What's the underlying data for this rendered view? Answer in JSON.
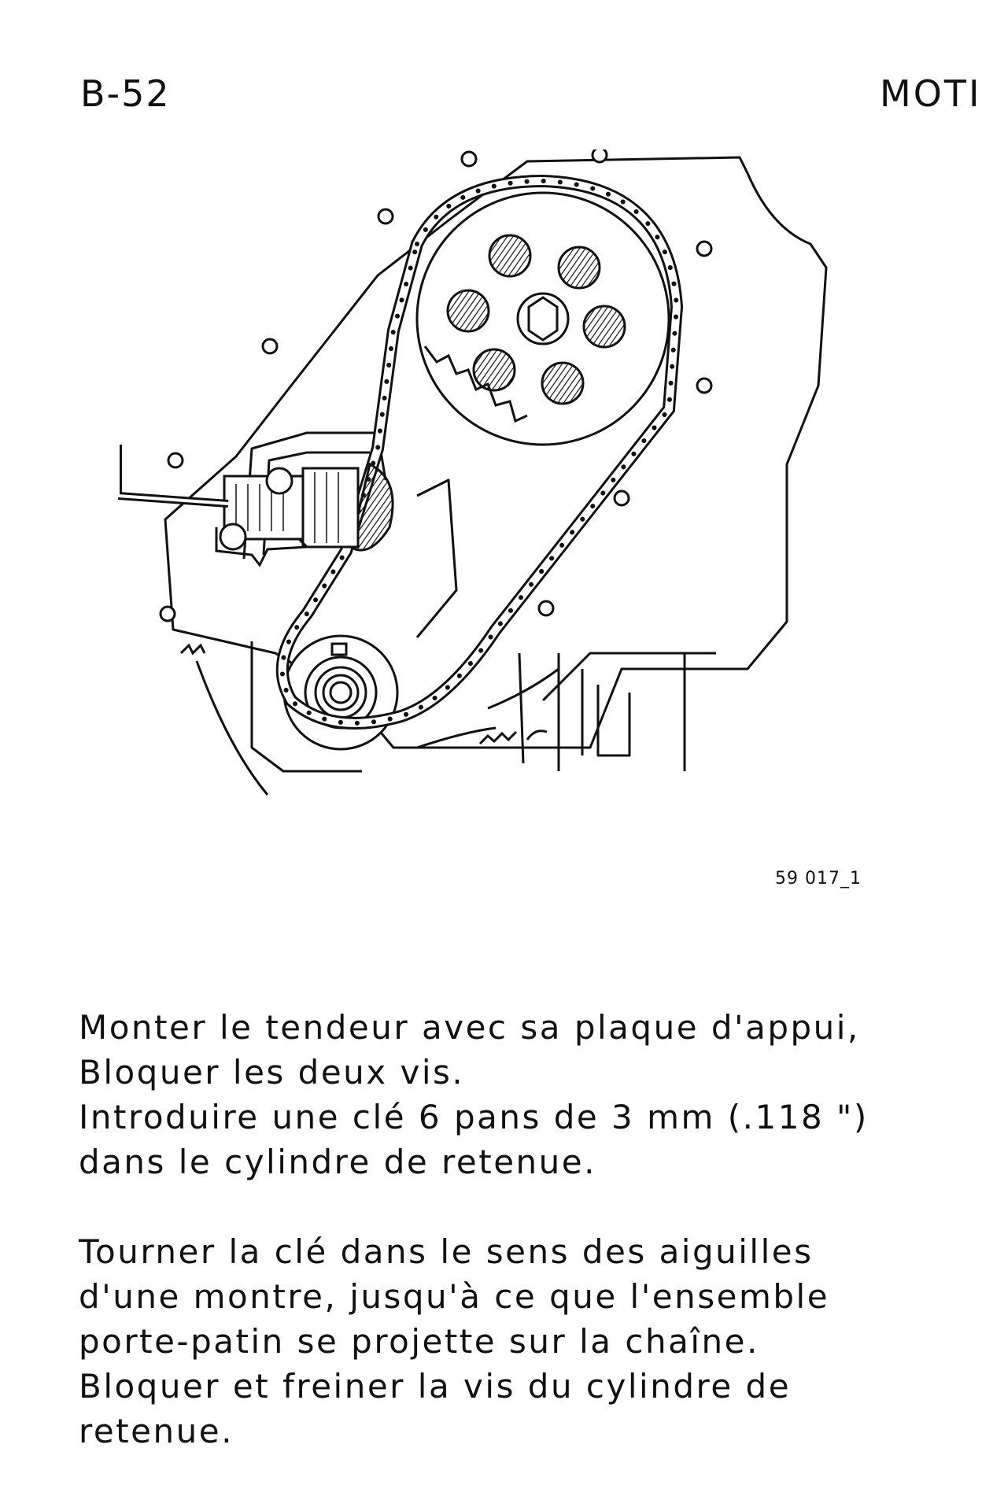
{
  "header": {
    "page_number": "B-52",
    "section": "MOTI"
  },
  "figure": {
    "reference": "59 017_1"
  },
  "paragraphs": [
    {
      "lines": [
        "Monter  le tendeur avec sa plaque d'appui,",
        "Bloquer les deux vis.",
        "Introduire une clé 6 pans de 3 mm (.118 \")",
        "dans le cylindre de retenue."
      ]
    },
    {
      "lines": [
        "Tourner la clé dans le sens des aiguilles",
        "d'une montre, jusqu'à ce que l'ensemble",
        "porte-patin se projette sur la chaîne.",
        "Bloquer et freiner la vis du cylindre de",
        "retenue."
      ]
    }
  ]
}
